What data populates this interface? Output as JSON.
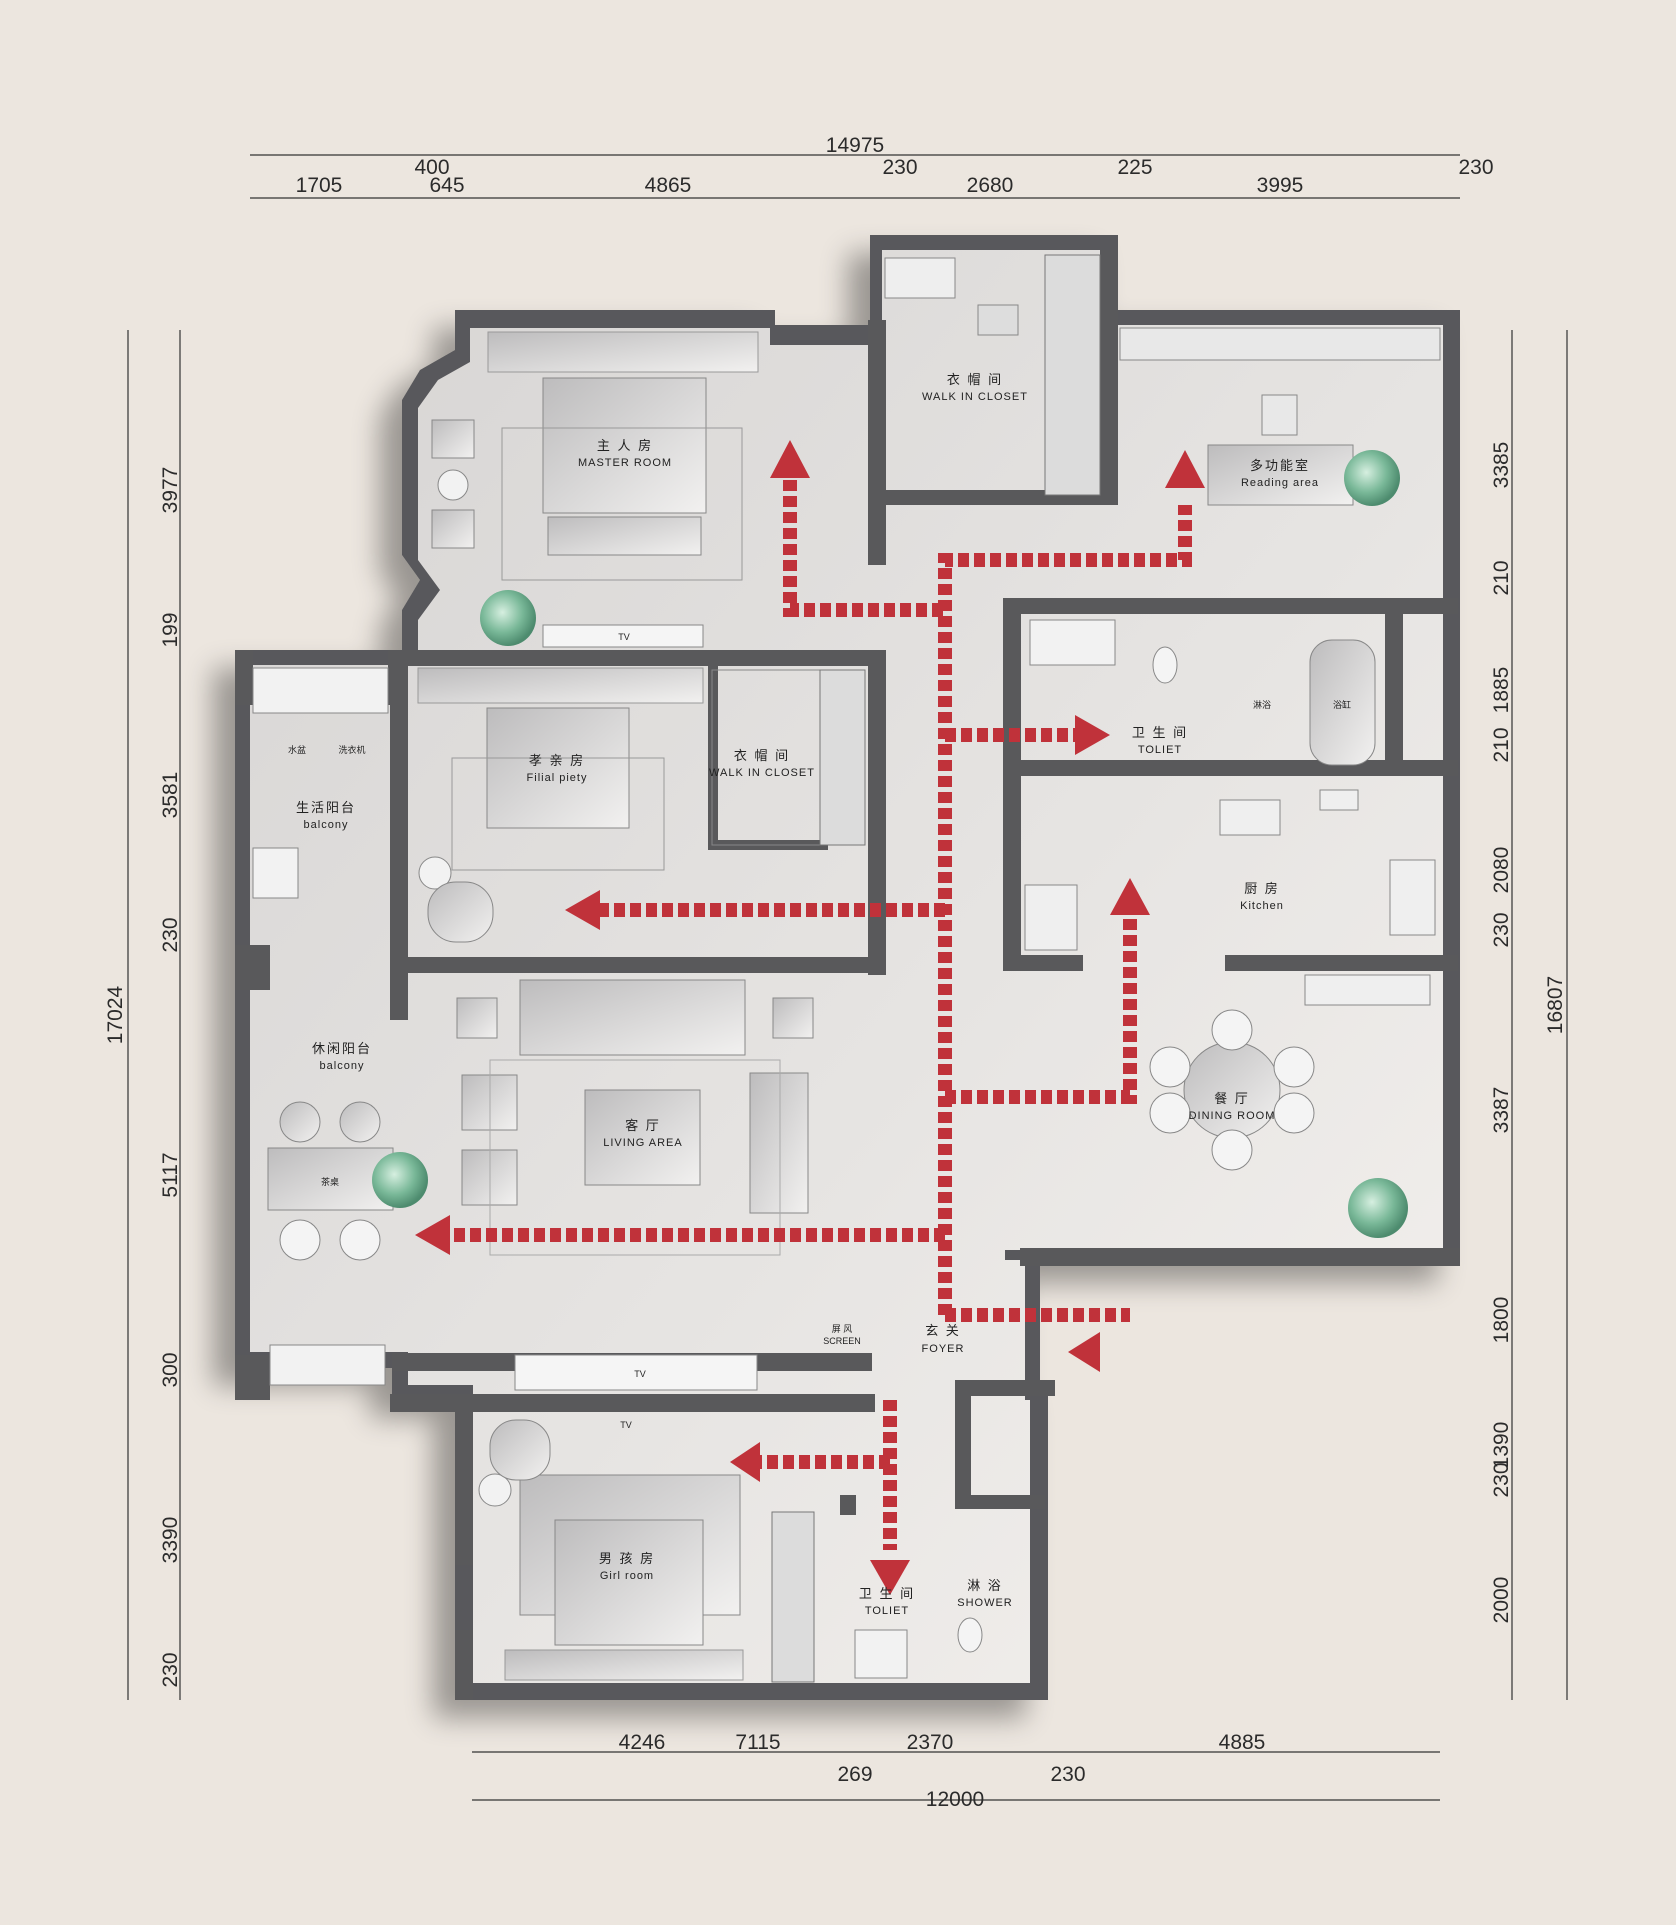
{
  "dims": {
    "top_total": "14975",
    "top": [
      "1705",
      "400",
      "645",
      "4865",
      "230",
      "2680",
      "225",
      "3995",
      "230"
    ],
    "left_total": "17024",
    "left": [
      "3977",
      "199",
      "3581",
      "230",
      "5117",
      "300",
      "3390",
      "230"
    ],
    "right_total": "16807",
    "right": [
      "3385",
      "210",
      "1885",
      "210",
      "2080",
      "230",
      "3387",
      "1800",
      "1390",
      "230",
      "2000"
    ],
    "bottom": [
      "4246",
      "7115",
      "269",
      "2370",
      "230",
      "4885"
    ],
    "bottom_total": "12000"
  },
  "rooms": {
    "master": {
      "cn": "主 人 房",
      "en": "MASTER ROOM"
    },
    "closet1": {
      "cn": "衣 帽 间",
      "en": "WALK IN CLOSET"
    },
    "reading": {
      "cn": "多功能室",
      "en": "Reading area"
    },
    "filial": {
      "cn": "孝 亲 房",
      "en": "Filial piety"
    },
    "closet2": {
      "cn": "衣 帽 间",
      "en": "WALK IN CLOSET"
    },
    "toilet1": {
      "cn": "卫 生 间",
      "en": "TOLIET"
    },
    "kitchen": {
      "cn": "厨 房",
      "en": "Kitchen"
    },
    "living": {
      "cn": "客 厅",
      "en": "LIVING   AREA"
    },
    "dining": {
      "cn": "餐 厅",
      "en": "DINING ROOM"
    },
    "balcony1": {
      "cn": "生活阳台",
      "en": "balcony"
    },
    "balcony2": {
      "cn": "休闲阳台",
      "en": "balcony"
    },
    "foyer": {
      "cn": "玄 关",
      "en": "FOYER"
    },
    "screen": {
      "cn": "屏 风",
      "en": "SCREEN"
    },
    "girl": {
      "cn": "男 孩 房",
      "en": "Girl  room"
    },
    "toilet2": {
      "cn": "卫 生 间",
      "en": "TOLIET"
    },
    "shower": {
      "cn": "淋 浴",
      "en": "SHOWER"
    }
  },
  "fixtures": {
    "sink": "水盆",
    "washer": "洗衣机",
    "shower_small": "淋浴",
    "bathtub": "浴缸",
    "tea_table": "茶桌",
    "tv": "TV"
  },
  "colors": {
    "wall": "#575759",
    "floor": "#ece6df",
    "route": "#c0323a",
    "plant": "#7fbf9c"
  }
}
